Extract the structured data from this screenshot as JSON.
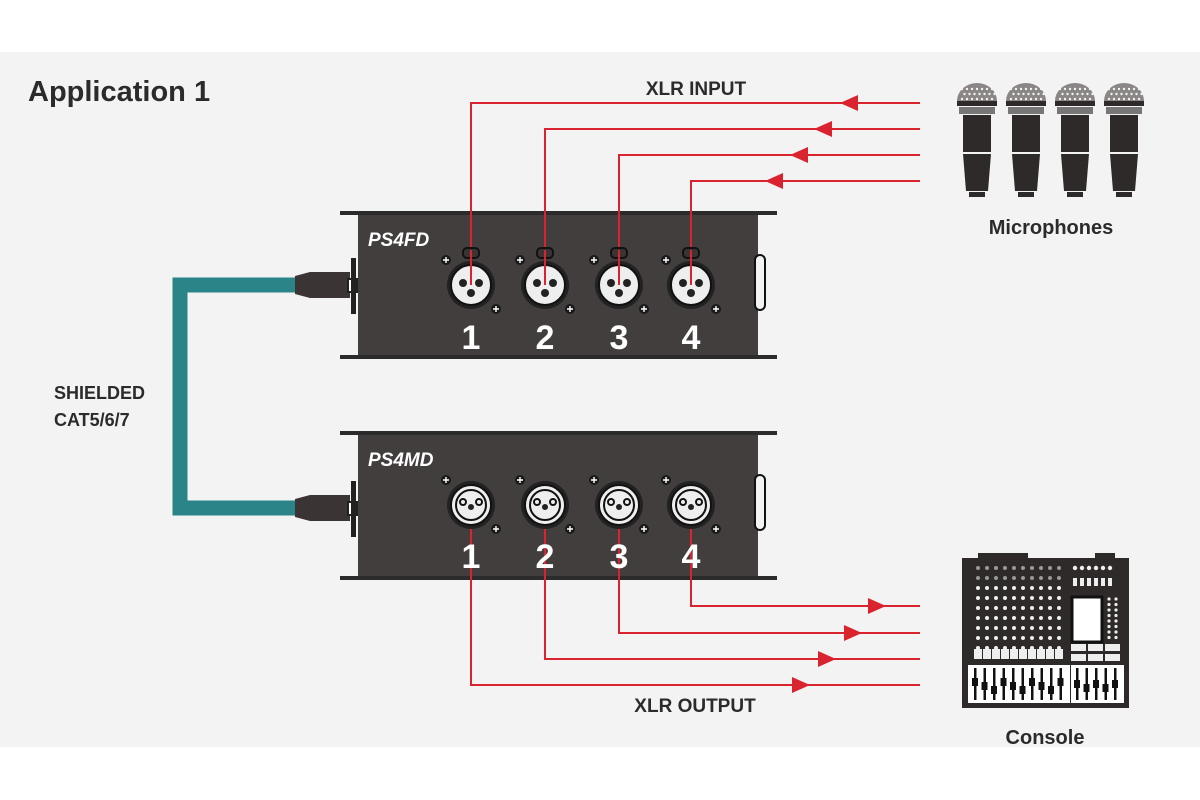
{
  "diagram": {
    "title": "Application 1",
    "colors": {
      "background": "#f3f3f3",
      "page": "#ffffff",
      "signal": "#d9232e",
      "cable": "#2a8488",
      "device": "#413e3d",
      "text": "#2b2b2b",
      "device_text": "#ffffff"
    },
    "input_label": "XLR INPUT",
    "output_label": "XLR OUTPUT",
    "cable_label_line1": "SHIELDED",
    "cable_label_line2": "CAT5/6/7",
    "top_box": {
      "model": "PS4FD",
      "connector_type": "xlr-female",
      "channels": [
        "1",
        "2",
        "3",
        "4"
      ]
    },
    "bottom_box": {
      "model": "PS4MD",
      "connector_type": "xlr-male",
      "channels": [
        "1",
        "2",
        "3",
        "4"
      ]
    },
    "source": {
      "label": "Microphones",
      "icon": "microphone-icon",
      "count": 4
    },
    "destination": {
      "label": "Console",
      "icon": "mixing-console-icon"
    }
  }
}
